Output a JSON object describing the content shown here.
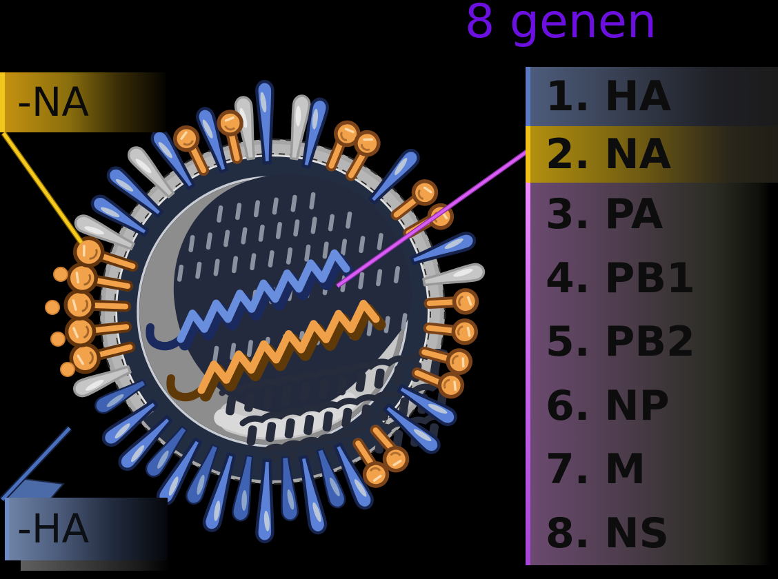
{
  "title": "8 genen",
  "callouts": {
    "na": "-NA",
    "ha": "-HA"
  },
  "gene_panel": {
    "items": [
      {
        "label": "1. HA"
      },
      {
        "label": "2. NA"
      },
      {
        "label": "3. PA"
      },
      {
        "label": "4. PB1"
      },
      {
        "label": "5. PB2"
      },
      {
        "label": "6. NP"
      },
      {
        "label": "7. M"
      },
      {
        "label": "8. NS"
      }
    ]
  },
  "colors": {
    "title_purple": "#6b10e0",
    "panel_ha_blue": "#4d5c7c",
    "panel_na_gold": "#b2900f",
    "panel_other_purple": "#6b4a70",
    "strip_blue": "#5a7bc4",
    "strip_yellow": "#f0c11b",
    "strip_purple": "#d06cf0",
    "line_yellow": "#f5c91e",
    "line_blue": "#4a70bd",
    "line_magenta": "#d95df2",
    "spike_blue": "#5b82d8",
    "spike_blue_dark": "#3f62b2",
    "spike_gray": "#c6c6c6",
    "spike_orange": "#f2a24b",
    "envelope_gray": "#b6b6b6",
    "capsid_navy": "#232d42",
    "helix_blue": "#6a8ede",
    "helix_orange": "#f0a048",
    "label_text": "#0d0d0d"
  }
}
